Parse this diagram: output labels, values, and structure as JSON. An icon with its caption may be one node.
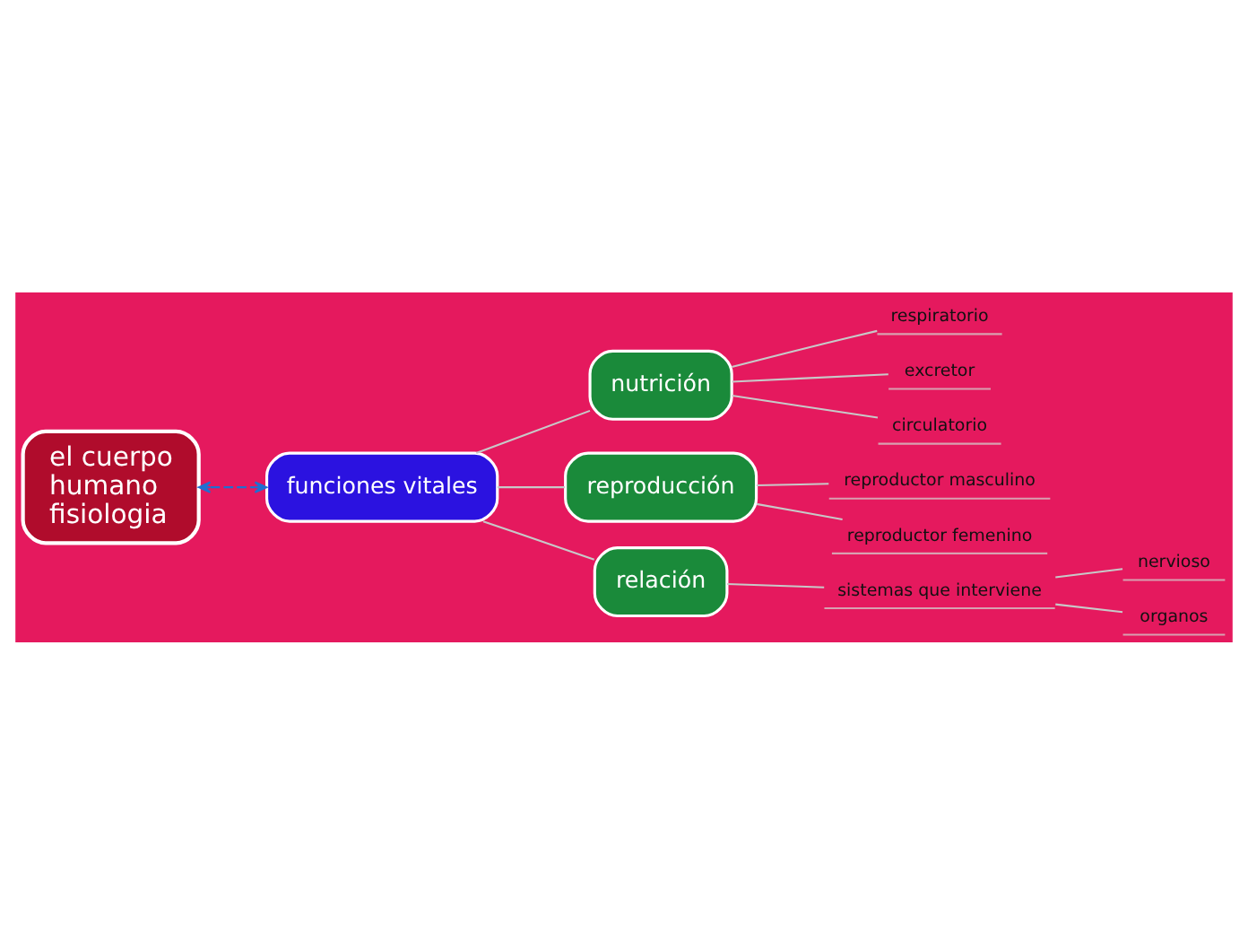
{
  "diagram": {
    "nodes": [
      {
        "text": [
          "el cuerpo humano fisiologia"
        ]
      },
      {
        "text": [
          "funciones vitales"
        ]
      },
      {
        "text": [
          "nutrición"
        ]
      },
      {
        "text": [
          "respiratorio"
        ]
      },
      {
        "text": [
          "excretor"
        ]
      },
      {
        "text": [
          "circulatorio"
        ]
      },
      {
        "text": [
          "reproducción"
        ]
      },
      {
        "text": [
          "reproductor masculino"
        ]
      },
      {
        "text": [
          "reproductor femenino"
        ]
      },
      {
        "text": [
          "relación"
        ]
      },
      {
        "text": [
          "sistemas que interviene"
        ]
      },
      {
        "text": [
          "nervioso"
        ]
      },
      {
        "text": [
          "organos"
        ]
      }
    ],
    "edges": [
      {
        "from": 0,
        "to": 1,
        "arrow": "both",
        "style": "dashed",
        "color": "#1f6fd0"
      },
      {
        "from": 1,
        "to": 2,
        "arrow": "none"
      },
      {
        "from": 2,
        "to": 3,
        "arrow": "none"
      },
      {
        "from": 2,
        "to": 4,
        "arrow": "none"
      },
      {
        "from": 2,
        "to": 5,
        "arrow": "none"
      },
      {
        "from": 1,
        "to": 6,
        "arrow": "none"
      },
      {
        "from": 6,
        "to": 7,
        "arrow": "none"
      },
      {
        "from": 6,
        "to": 8,
        "arrow": "none"
      },
      {
        "from": 1,
        "to": 9,
        "arrow": "none"
      },
      {
        "from": 9,
        "to": 10,
        "arrow": "none"
      },
      {
        "from": 10,
        "to": 11,
        "arrow": "none"
      },
      {
        "from": 10,
        "to": 12,
        "arrow": "none"
      }
    ]
  }
}
